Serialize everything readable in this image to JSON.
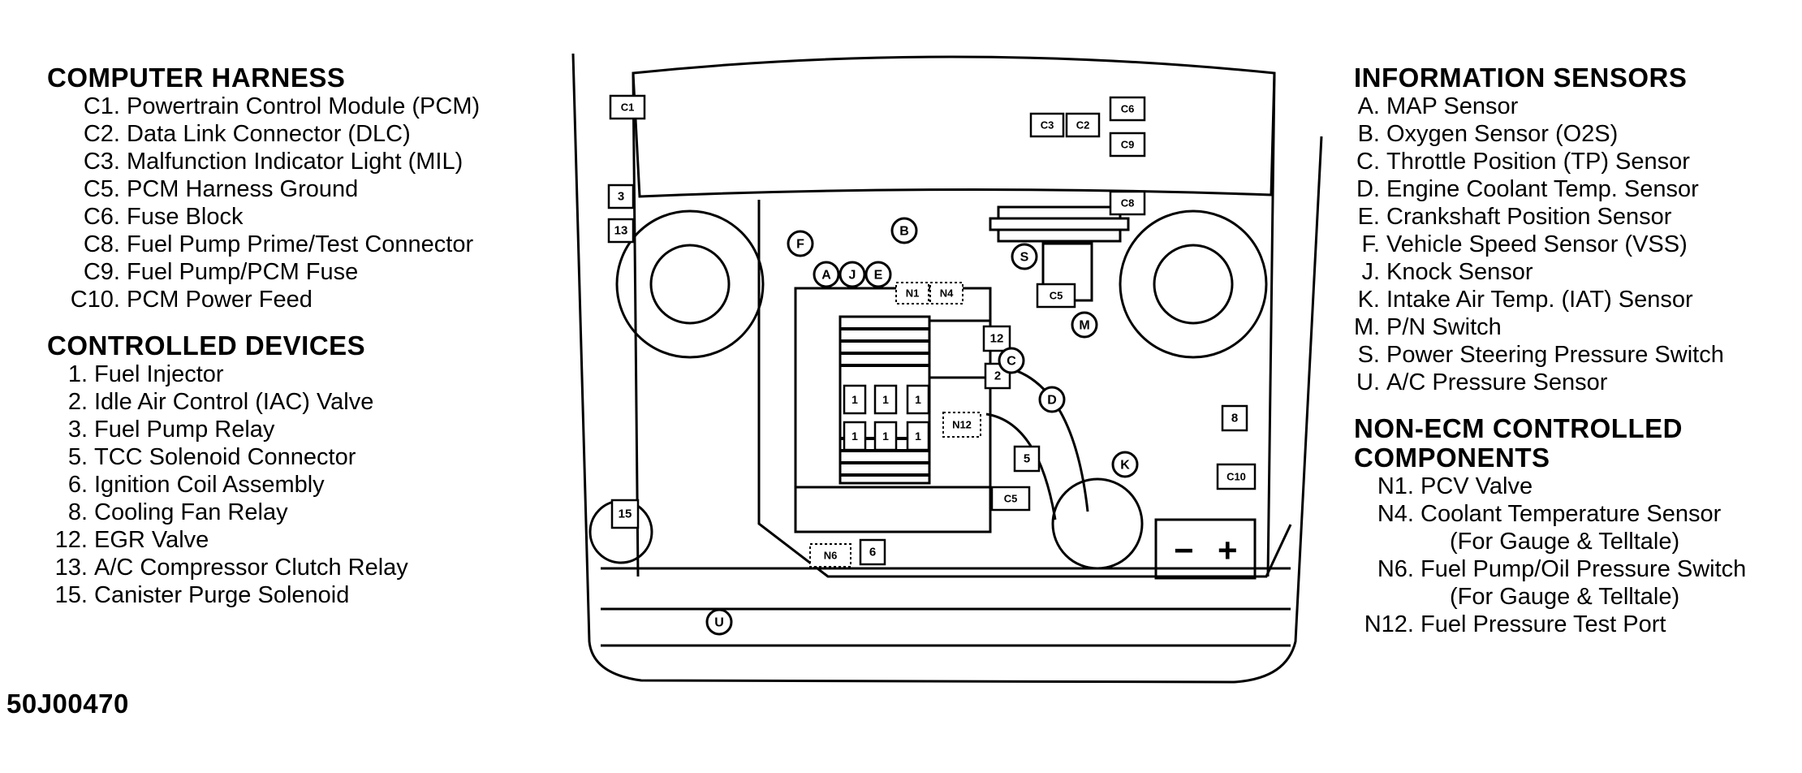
{
  "computer_harness": {
    "title": "COMPUTER HARNESS",
    "items": [
      {
        "key": "C1.",
        "text": "Powertrain Control Module (PCM)"
      },
      {
        "key": "C2.",
        "text": "Data Link Connector (DLC)"
      },
      {
        "key": "C3.",
        "text": "Malfunction Indicator Light (MIL)"
      },
      {
        "key": "C5.",
        "text": "PCM Harness Ground"
      },
      {
        "key": "C6.",
        "text": "Fuse Block"
      },
      {
        "key": "C8.",
        "text": "Fuel Pump Prime/Test Connector"
      },
      {
        "key": "C9.",
        "text": "Fuel Pump/PCM Fuse"
      },
      {
        "key": "C10.",
        "text": "PCM Power Feed"
      }
    ]
  },
  "controlled_devices": {
    "title": "CONTROLLED DEVICES",
    "items": [
      {
        "key": "1.",
        "text": "Fuel Injector"
      },
      {
        "key": "2.",
        "text": "Idle Air Control (IAC) Valve"
      },
      {
        "key": "3.",
        "text": "Fuel Pump Relay"
      },
      {
        "key": "5.",
        "text": "TCC Solenoid Connector"
      },
      {
        "key": "6.",
        "text": "Ignition Coil Assembly"
      },
      {
        "key": "8.",
        "text": "Cooling Fan Relay"
      },
      {
        "key": "12.",
        "text": "EGR Valve"
      },
      {
        "key": "13.",
        "text": "A/C Compressor Clutch Relay"
      },
      {
        "key": "15.",
        "text": "Canister Purge Solenoid"
      }
    ]
  },
  "information_sensors": {
    "title": "INFORMATION SENSORS",
    "items": [
      {
        "key": "A.",
        "text": "MAP Sensor"
      },
      {
        "key": "B.",
        "text": "Oxygen Sensor (O2S)"
      },
      {
        "key": "C.",
        "text": "Throttle Position (TP) Sensor"
      },
      {
        "key": "D.",
        "text": "Engine Coolant Temp. Sensor"
      },
      {
        "key": "E.",
        "text": "Crankshaft Position Sensor"
      },
      {
        "key": "F.",
        "text": "Vehicle Speed Sensor (VSS)"
      },
      {
        "key": "J.",
        "text": "Knock Sensor"
      },
      {
        "key": "K.",
        "text": "Intake Air Temp. (IAT) Sensor"
      },
      {
        "key": "M.",
        "text": "P/N Switch"
      },
      {
        "key": "S.",
        "text": "Power Steering Pressure Switch"
      },
      {
        "key": "U.",
        "text": "A/C Pressure Sensor"
      }
    ]
  },
  "non_ecm": {
    "title_line1": "NON-ECM CONTROLLED",
    "title_line2": "COMPONENTS",
    "items": [
      {
        "key": "N1.",
        "text": "PCV Valve"
      },
      {
        "key": "N4.",
        "text": "Coolant Temperature Sensor"
      },
      {
        "sub": "(For Gauge & Telltale)"
      },
      {
        "key": "N6.",
        "text": "Fuel Pump/Oil Pressure Switch"
      },
      {
        "sub": "(For Gauge & Telltale)"
      },
      {
        "key": "N12.",
        "text": "Fuel Pressure Test Port"
      }
    ]
  },
  "figure_code": "50J00470",
  "diagram_labels": {
    "c1": "C1",
    "c3": "C3",
    "c2": "C2",
    "c6": "C6",
    "c9": "C9",
    "c8": "C8",
    "c5a": "C5",
    "c5b": "C5",
    "c10": "C10",
    "r3": "3",
    "r13": "13",
    "r15": "15",
    "r12": "12",
    "r2": "2",
    "r5": "5",
    "r6": "6",
    "r8": "8",
    "inj": "1",
    "n1": "N1",
    "n4": "N4",
    "n6": "N6",
    "n12": "N12",
    "sA": "A",
    "sB": "B",
    "sC": "C",
    "sD": "D",
    "sE": "E",
    "sF": "F",
    "sJ": "J",
    "sK": "K",
    "sM": "M",
    "sS": "S",
    "sU": "U",
    "minus": "−",
    "plus": "+"
  }
}
